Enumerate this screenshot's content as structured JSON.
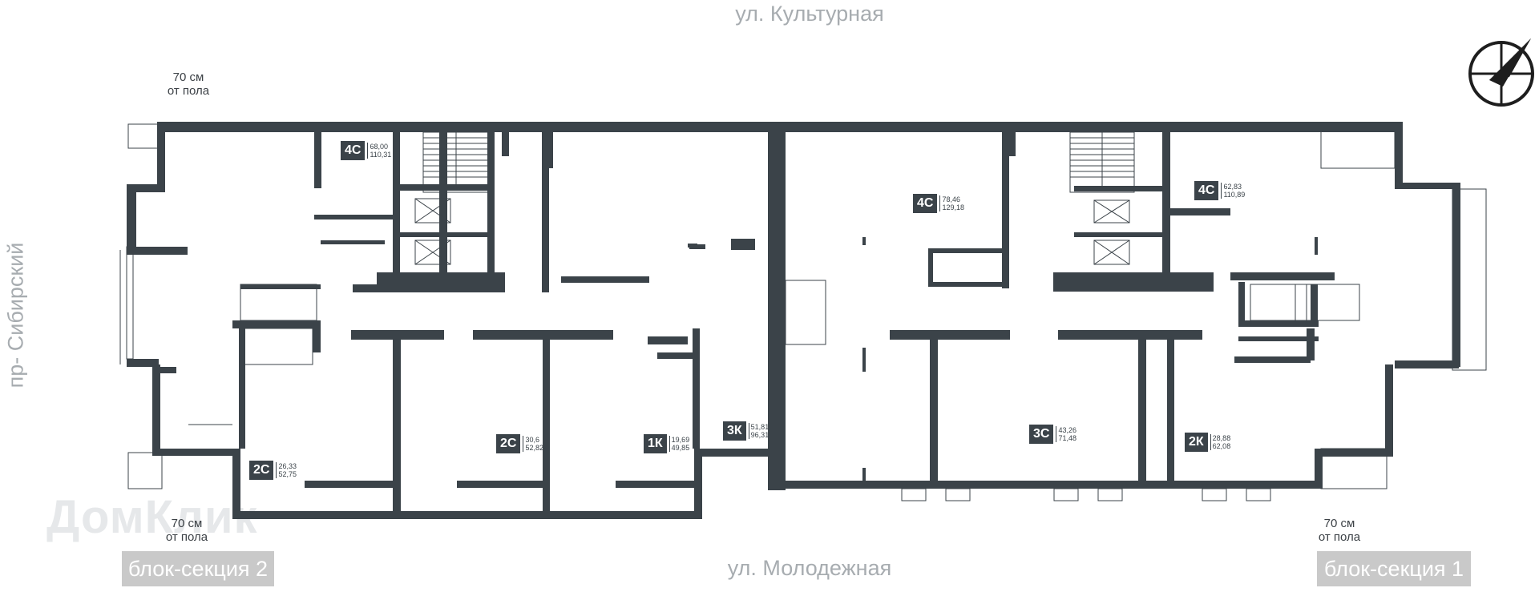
{
  "streets": {
    "top": "ул. Культурная",
    "bottom": "ул. Молодежная",
    "left": "пр- Сибирский"
  },
  "notes": {
    "top_left": [
      "70 см",
      "от пола"
    ],
    "bottom_left": [
      "70 см",
      "от пола"
    ],
    "bottom_right": [
      "70 см",
      "от пола"
    ]
  },
  "badges": {
    "left": "блок-секция 2",
    "right": "блок-секция 1"
  },
  "watermark": "ДомКлик",
  "colors": {
    "wall": "#3b4349",
    "thin_line": "#3b4349",
    "street_text": "#a7acb0",
    "badge_bg": "#c9c9c9"
  },
  "apartments": [
    {
      "id": "a1",
      "type": "4С",
      "area1": "68,00",
      "area2": "110,31"
    },
    {
      "id": "a2",
      "type": "2С",
      "area1": "26,33",
      "area2": "52,75"
    },
    {
      "id": "a3",
      "type": "2С",
      "area1": "30,6",
      "area2": "52,82"
    },
    {
      "id": "a4",
      "type": "1К",
      "area1": "19,69",
      "area2": "49,85"
    },
    {
      "id": "a5",
      "type": "3К",
      "area1": "51,81",
      "area2": "96,31"
    },
    {
      "id": "a6",
      "type": "4С",
      "area1": "78,46",
      "area2": "129,18"
    },
    {
      "id": "a7",
      "type": "3С",
      "area1": "43,26",
      "area2": "71,48"
    },
    {
      "id": "a8",
      "type": "4С",
      "area1": "62,83",
      "area2": "110,89"
    },
    {
      "id": "a9",
      "type": "2К",
      "area1": "28,88",
      "area2": "62,08"
    }
  ],
  "compass_icon": "compass-north-arrow-icon"
}
